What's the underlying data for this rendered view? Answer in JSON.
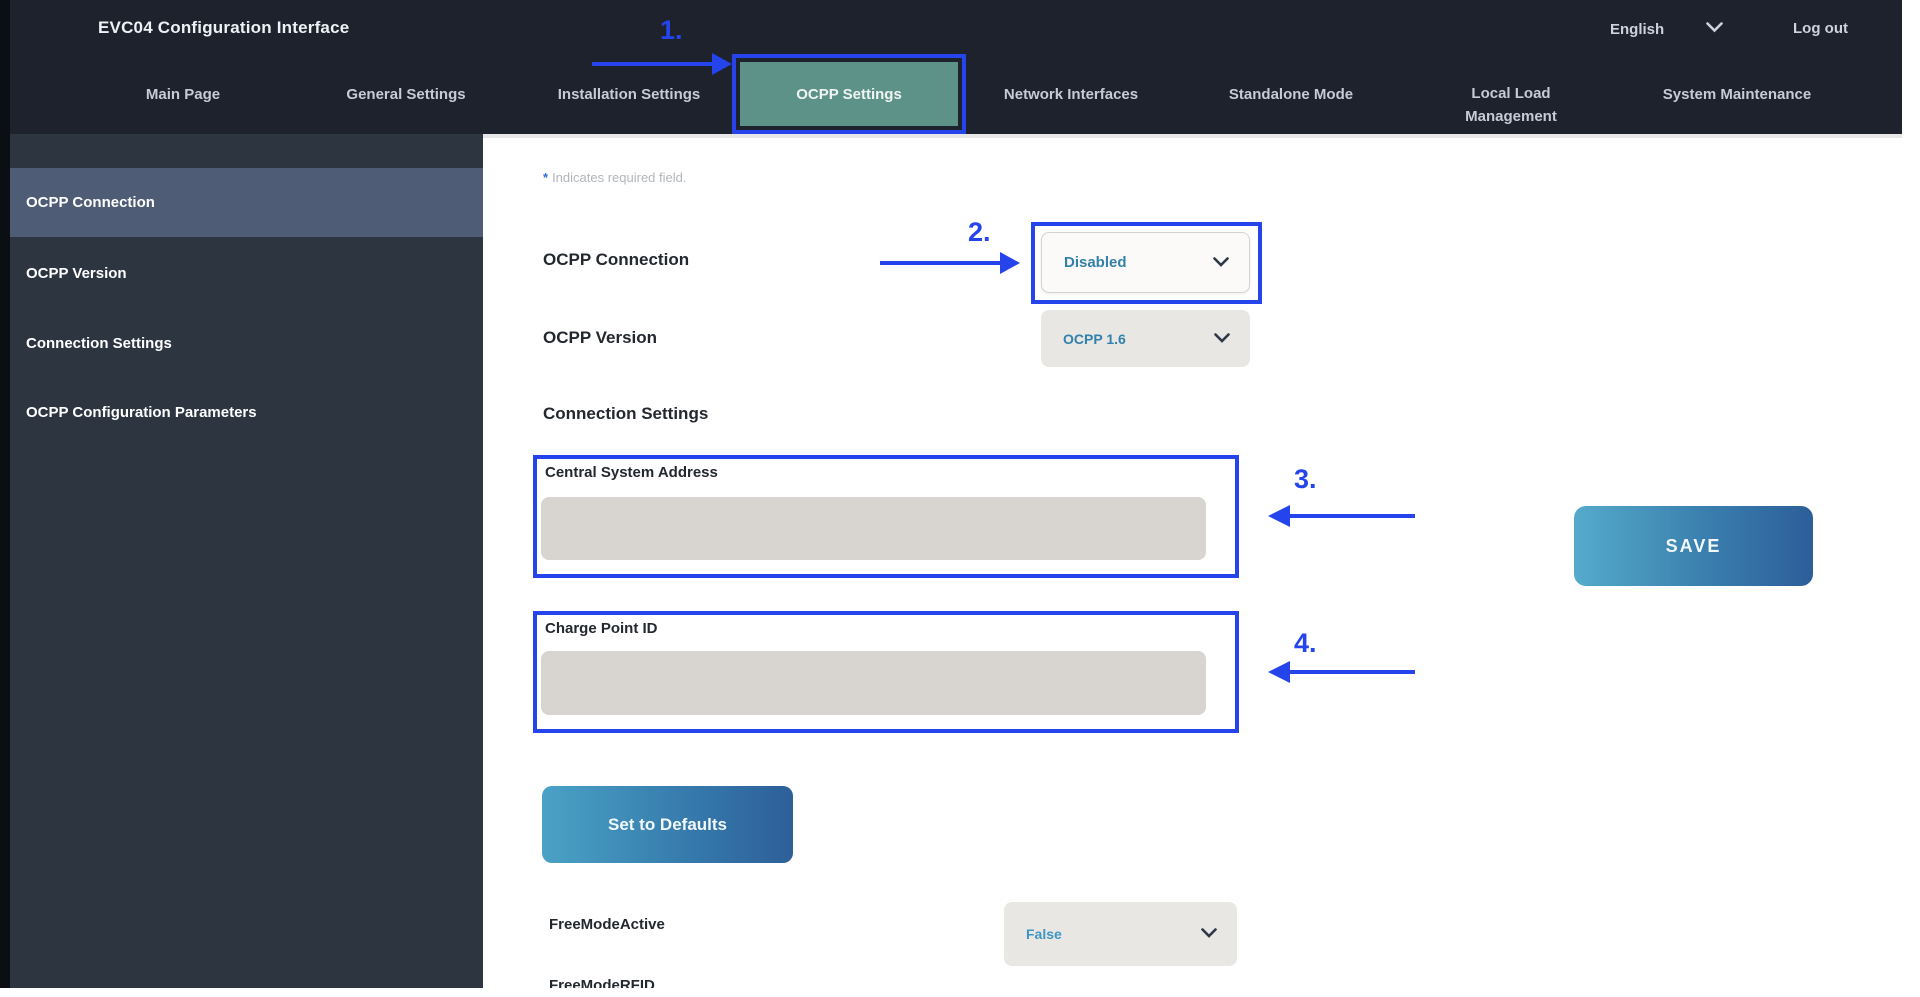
{
  "header": {
    "title": "EVC04 Configuration Interface",
    "language": "English",
    "logout_label": "Log out",
    "tabs": [
      {
        "label": "Main Page"
      },
      {
        "label": "General Settings"
      },
      {
        "label": "Installation Settings"
      },
      {
        "label": "OCPP Settings"
      },
      {
        "label": "Network Interfaces"
      },
      {
        "label": "Standalone Mode"
      },
      {
        "label": "Local Load Management"
      },
      {
        "label": "System Maintenance"
      }
    ],
    "active_tab": "OCPP Settings"
  },
  "sidebar": {
    "items": [
      {
        "label": "OCPP Connection",
        "active": true
      },
      {
        "label": "OCPP Version",
        "active": false
      },
      {
        "label": "Connection Settings",
        "active": false
      },
      {
        "label": "OCPP Configuration Parameters",
        "active": false
      }
    ]
  },
  "content": {
    "required_note": {
      "asterisk": "*",
      "text": "Indicates required field."
    },
    "ocpp_connection": {
      "label": "OCPP Connection",
      "value": "Disabled"
    },
    "ocpp_version": {
      "label": "OCPP Version",
      "value": "OCPP 1.6"
    },
    "connection_settings_heading": "Connection Settings",
    "central_system_address": {
      "label": "Central System Address",
      "value": "",
      "placeholder": ""
    },
    "charge_point_id": {
      "label": "Charge Point ID",
      "value": "",
      "placeholder": ""
    },
    "save_label": "SAVE",
    "set_to_defaults_label": "Set to Defaults",
    "free_mode_active": {
      "label": "FreeModeActive",
      "value": "False"
    },
    "free_mode_rfid_partial": "FreeModeRFID"
  },
  "annotations": {
    "step1": "1.",
    "step2": "2.",
    "step3": "3.",
    "step4": "4."
  },
  "colors": {
    "annotation_blue": "#2544ec",
    "top_bar": "#1d222d",
    "sidebar": "#2d3541",
    "sidebar_selected": "#4f5c75",
    "active_tab_teal": "#5d9289",
    "dropdown_value_teal": "#3181ab",
    "input_gray": "#d8d5d0",
    "button_gradient_start": "#4aa2c6",
    "button_gradient_end": "#2c5e99"
  }
}
